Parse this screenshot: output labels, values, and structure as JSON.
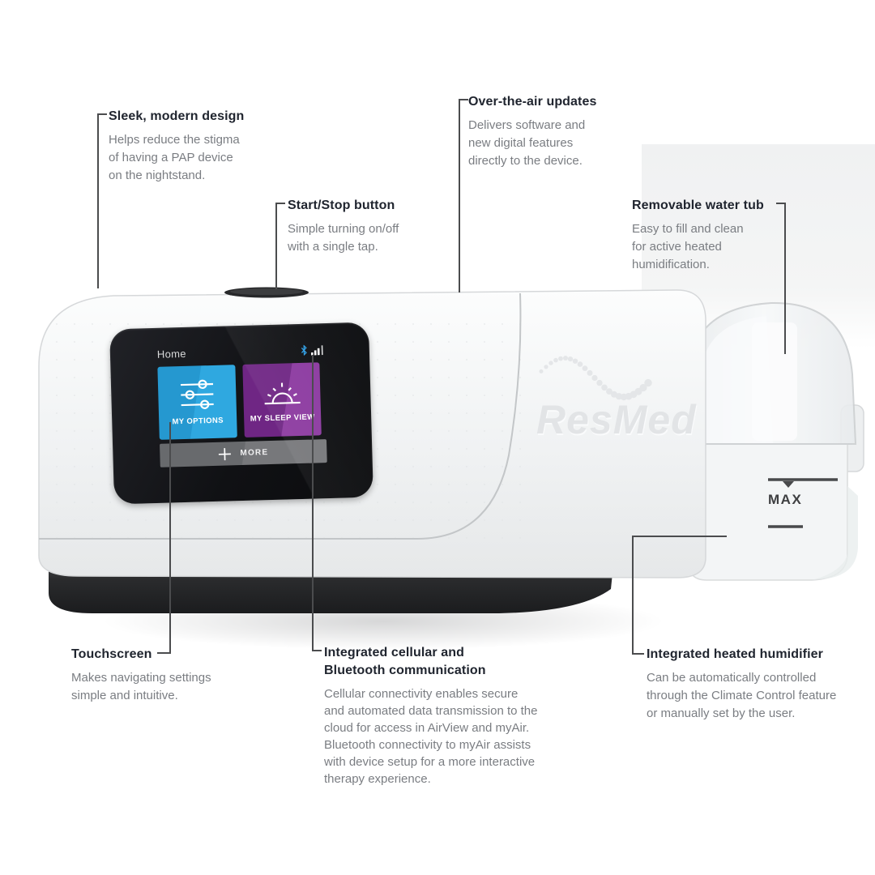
{
  "colors": {
    "title_text": "#20252f",
    "body_text": "#7a7d82",
    "connector_line": "#4b4c4e",
    "tile_blue": "#2aa2da",
    "tile_purple": "#7c2e8f",
    "more_bar": "#6f7073",
    "screen_background": "#101114",
    "bluetooth_blue": "#2e9fe6",
    "device_body": "#eef0f1",
    "device_base": "#232426"
  },
  "callouts": {
    "sleek": {
      "title": "Sleek, modern design",
      "body": "Helps reduce the stigma\nof having a PAP device\non the nightstand."
    },
    "ota": {
      "title": "Over-the-air updates",
      "body": "Delivers software and\nnew digital features\ndirectly to the device."
    },
    "startstop": {
      "title": "Start/Stop button",
      "body": "Simple turning on/off\nwith a single tap."
    },
    "watertub": {
      "title": "Removable water tub",
      "body": "Easy to fill and clean\nfor active heated\nhumidification."
    },
    "touchscreen": {
      "title": "Touchscreen",
      "body": "Makes navigating settings\nsimple and intuitive."
    },
    "cellular": {
      "title": "Integrated cellular and\nBluetooth communication",
      "body": "Cellular connectivity enables secure\nand automated data transmission to the\ncloud for access in AirView and myAir.\nBluetooth connectivity to myAir assists\nwith device setup for a more interactive\ntherapy experience."
    },
    "humidifier": {
      "title": "Integrated heated humidifier",
      "body": "Can be automatically controlled\nthrough the Climate Control feature\nor manually set by the user."
    }
  },
  "device": {
    "brand": "ResMed",
    "screen": {
      "title": "Home",
      "status_icons": [
        "bluetooth-icon",
        "signal-strength-icon"
      ],
      "tiles": [
        {
          "label": "MY OPTIONS",
          "icon": "sliders-icon"
        },
        {
          "label": "MY SLEEP VIEW",
          "icon": "sunrise-icon"
        }
      ],
      "more_label": "MORE"
    },
    "water_tub": {
      "max_label": "MAX"
    }
  }
}
